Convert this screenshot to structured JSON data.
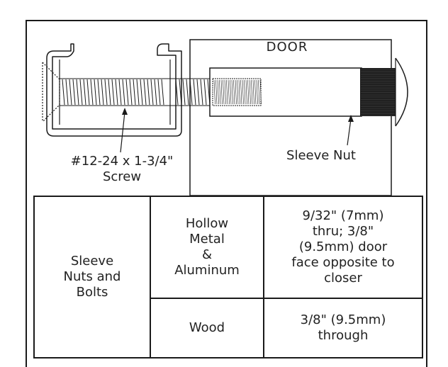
{
  "diagram": {
    "door_label": "DOOR",
    "screw_label": "#12-24 x 1-3/4\"\nScrew",
    "nut_label": "Sleeve Nut"
  },
  "table": {
    "category": "Sleeve\nNuts and\nBolts",
    "rows": [
      {
        "material": "Hollow\nMetal\n&\nAluminum",
        "spec": "9/32\" (7mm)\nthru; 3/8\"\n(9.5mm) door\nface opposite to\ncloser"
      },
      {
        "material": "Wood",
        "spec": "3/8\" (9.5mm)\nthrough"
      }
    ]
  }
}
